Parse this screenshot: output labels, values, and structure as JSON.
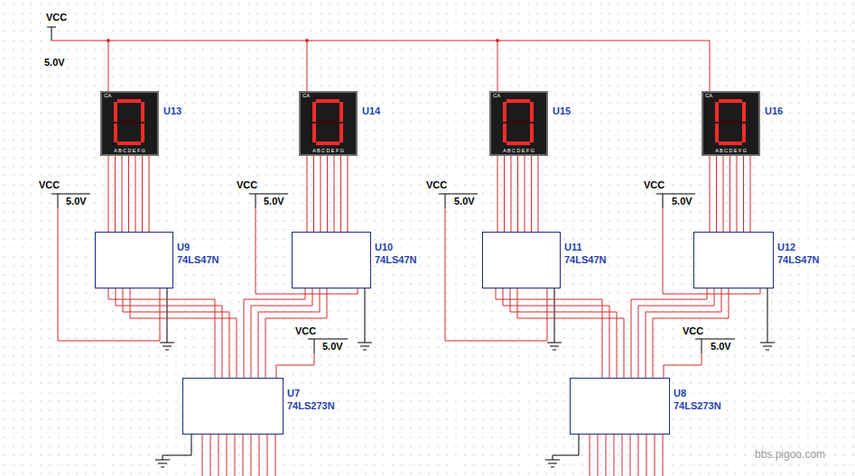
{
  "diagram": {
    "nodes": [
      {
        "text": [
          "U13",
          "CA",
          "A B C D E F G"
        ]
      },
      {
        "text": [
          "U14",
          "CA",
          "A B C D E F G"
        ]
      },
      {
        "text": [
          "U15",
          "CA",
          "A B C D E F G"
        ]
      },
      {
        "text": [
          "U16",
          "CA",
          "A B C D E F G"
        ]
      },
      {
        "text": [
          "U9",
          "74LS47N"
        ]
      },
      {
        "text": [
          "U10",
          "74LS47N"
        ]
      },
      {
        "text": [
          "U11",
          "74LS47N"
        ]
      },
      {
        "text": [
          "U12",
          "74LS47N"
        ]
      },
      {
        "text": [
          "U7",
          "74LS273N"
        ]
      },
      {
        "text": [
          "U8",
          "74LS273N"
        ]
      }
    ],
    "edges": [
      {
        "from": 0,
        "to": 4,
        "arrow": "none"
      },
      {
        "from": 0,
        "to": 4,
        "arrow": "none"
      },
      {
        "from": 0,
        "to": 4,
        "arrow": "none"
      },
      {
        "from": 0,
        "to": 4,
        "arrow": "none"
      },
      {
        "from": 0,
        "to": 4,
        "arrow": "none"
      },
      {
        "from": 0,
        "to": 4,
        "arrow": "none"
      },
      {
        "from": 0,
        "to": 4,
        "arrow": "none"
      },
      {
        "from": 1,
        "to": 5,
        "arrow": "none"
      },
      {
        "from": 1,
        "to": 5,
        "arrow": "none"
      },
      {
        "from": 1,
        "to": 5,
        "arrow": "none"
      },
      {
        "from": 1,
        "to": 5,
        "arrow": "none"
      },
      {
        "from": 1,
        "to": 5,
        "arrow": "none"
      },
      {
        "from": 1,
        "to": 5,
        "arrow": "none"
      },
      {
        "from": 1,
        "to": 5,
        "arrow": "none"
      },
      {
        "from": 2,
        "to": 6,
        "arrow": "none"
      },
      {
        "from": 2,
        "to": 6,
        "arrow": "none"
      },
      {
        "from": 2,
        "to": 6,
        "arrow": "none"
      },
      {
        "from": 2,
        "to": 6,
        "arrow": "none"
      },
      {
        "from": 2,
        "to": 6,
        "arrow": "none"
      },
      {
        "from": 2,
        "to": 6,
        "arrow": "none"
      },
      {
        "from": 2,
        "to": 6,
        "arrow": "none"
      },
      {
        "from": 3,
        "to": 7,
        "arrow": "none"
      },
      {
        "from": 3,
        "to": 7,
        "arrow": "none"
      },
      {
        "from": 3,
        "to": 7,
        "arrow": "none"
      },
      {
        "from": 3,
        "to": 7,
        "arrow": "none"
      },
      {
        "from": 3,
        "to": 7,
        "arrow": "none"
      },
      {
        "from": 3,
        "to": 7,
        "arrow": "none"
      },
      {
        "from": 3,
        "to": 7,
        "arrow": "none"
      },
      {
        "from": 4,
        "to": 8,
        "arrow": "none"
      },
      {
        "from": 4,
        "to": 8,
        "arrow": "none"
      },
      {
        "from": 4,
        "to": 8,
        "arrow": "none"
      },
      {
        "from": 4,
        "to": 8,
        "arrow": "none"
      },
      {
        "from": 5,
        "to": 8,
        "arrow": "none"
      },
      {
        "from": 5,
        "to": 8,
        "arrow": "none"
      },
      {
        "from": 5,
        "to": 8,
        "arrow": "none"
      },
      {
        "from": 5,
        "to": 8,
        "arrow": "none"
      },
      {
        "from": 6,
        "to": 9,
        "arrow": "none"
      },
      {
        "from": 6,
        "to": 9,
        "arrow": "none"
      },
      {
        "from": 6,
        "to": 9,
        "arrow": "none"
      },
      {
        "from": 6,
        "to": 9,
        "arrow": "none"
      },
      {
        "from": 7,
        "to": 9,
        "arrow": "none"
      },
      {
        "from": 7,
        "to": 9,
        "arrow": "none"
      },
      {
        "from": 7,
        "to": 9,
        "arrow": "none"
      },
      {
        "from": 7,
        "to": 9,
        "arrow": "none"
      }
    ],
    "labels": [
      "VCC",
      "5.0V",
      "VCC",
      "5.0V",
      "VCC",
      "5.0V",
      "VCC",
      "5.0V",
      "VCC",
      "5.0V",
      "VCC",
      "5.0V",
      "VCC",
      "5.0V",
      "bbs.pigoo.com"
    ]
  }
}
